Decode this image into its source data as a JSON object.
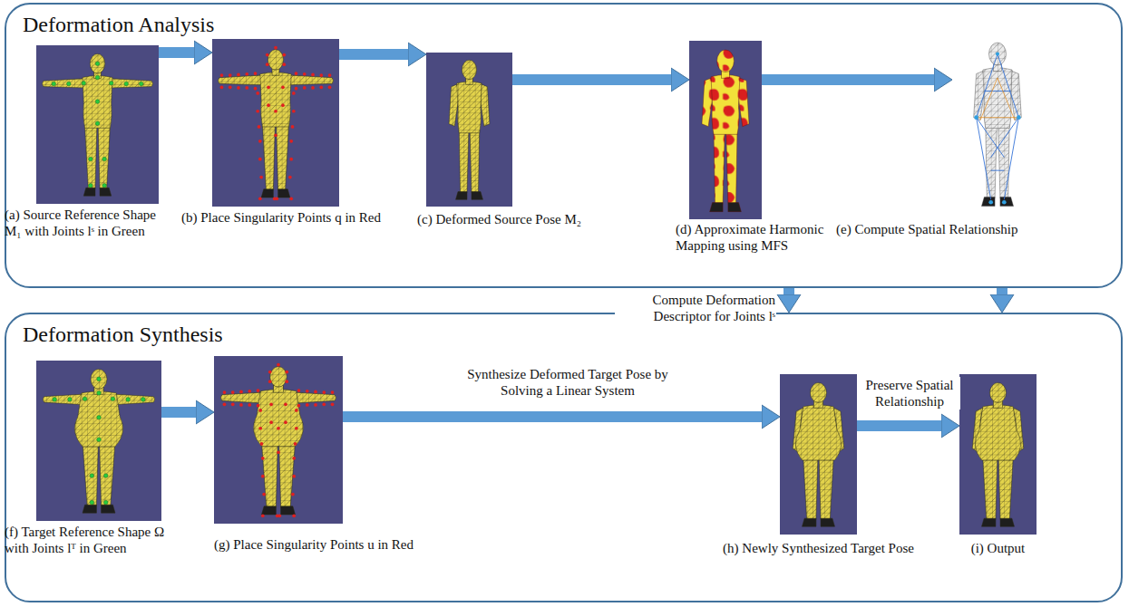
{
  "diagram": {
    "nodes": [
      {
        "text": [
          "Deformation Analysis"
        ]
      },
      {
        "text": [
          "(a) Source Reference Shape M₁ with Joints lˢ in Green"
        ],
        "in": 0
      },
      {
        "text": [
          "(b) Place Singularity Points q in Red"
        ],
        "in": 0
      },
      {
        "text": [
          "(c) Deformed Source Pose M₂"
        ],
        "in": 0
      },
      {
        "text": [
          "(d) Approximate Harmonic Mapping using MFS"
        ],
        "in": 0
      },
      {
        "text": [
          "(e) Compute Spatial Relationship"
        ],
        "in": 0
      },
      {
        "text": [
          "Deformation Synthesis"
        ]
      },
      {
        "text": [
          "(f) Target Reference Shape Ω with Joints lᵀ in Green"
        ],
        "in": 6
      },
      {
        "text": [
          "(g) Place Singularity Points u in Red"
        ],
        "in": 6
      },
      {
        "text": [
          "(h) Newly Synthesized Target Pose"
        ],
        "in": 6
      },
      {
        "text": [
          "(i) Output"
        ],
        "in": 6
      }
    ],
    "edges": [
      {
        "from": 1,
        "to": 2,
        "arrow": "to"
      },
      {
        "from": 2,
        "to": 3,
        "arrow": "to"
      },
      {
        "from": 3,
        "to": 4,
        "arrow": "to"
      },
      {
        "from": 4,
        "to": 5,
        "arrow": "to"
      },
      {
        "from": 0,
        "to": 6,
        "arrow": "to",
        "label": "Compute Deformation Descriptor for Joints lˢ"
      },
      {
        "from": 0,
        "to": 6,
        "arrow": "to"
      },
      {
        "from": 7,
        "to": 8,
        "arrow": "to"
      },
      {
        "from": 8,
        "to": 9,
        "arrow": "to",
        "label": "Synthesize Deformed Target Pose by Solving a Linear System"
      },
      {
        "from": 9,
        "to": 10,
        "arrow": "to",
        "label": "Preserve Spatial Relationship"
      }
    ]
  }
}
